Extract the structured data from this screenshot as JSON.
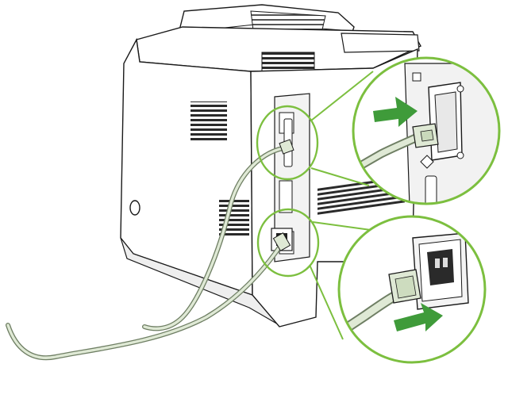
{
  "figure": {
    "subject": "printer-rear-view",
    "callouts": [
      {
        "name": "parallel-cable-callout",
        "icon": "parallel-connector-icon",
        "arrow_direction": "right"
      },
      {
        "name": "power-cord-callout",
        "icon": "power-plug-icon",
        "arrow_direction": "right"
      }
    ]
  },
  "colors": {
    "outline": "#1a1a1a",
    "body": "#ffffff",
    "panel": "#f3f3f3",
    "callout_ring": "#7cbf3f",
    "arrow": "#3f9b3a",
    "cable_fill": "#dfe9d5",
    "cable_stroke": "#6f7f64"
  }
}
